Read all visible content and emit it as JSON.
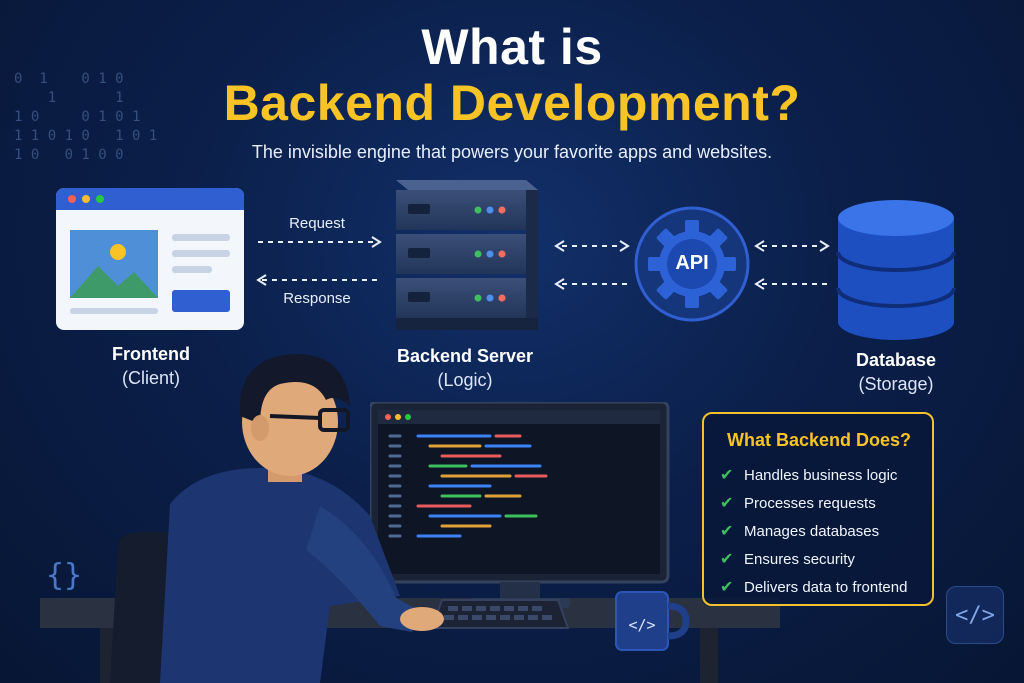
{
  "title": {
    "line1": "What is",
    "line2": "Backend Development?",
    "subtitle": "The invisible engine that powers your favorite apps and websites."
  },
  "decor": {
    "binary": "0  1    0 1 0\n    1       1\n1 0     0 1 0 1\n1 1 0 1 0   1 0 1\n1 0   0 1 0 0",
    "curly_badge": "{}",
    "code_badge": "</>",
    "mug_badge": "</>"
  },
  "nodes": {
    "frontend": {
      "name": "Frontend",
      "role": "(Client)"
    },
    "backend": {
      "name": "Backend Server",
      "role": "(Logic)"
    },
    "api": {
      "name": "API"
    },
    "database": {
      "name": "Database",
      "role": "(Storage)"
    }
  },
  "flows": {
    "request": "Request",
    "response": "Response"
  },
  "info_box": {
    "title": "What Backend Does?",
    "items": [
      "Handles business logic",
      "Processes requests",
      "Manages databases",
      "Ensures security",
      "Delivers data to frontend"
    ]
  },
  "colors": {
    "accent_yellow": "#f7c325",
    "background": "#0b1f4a",
    "check_green": "#3fbf5f",
    "blue_accent": "#2d62d6"
  }
}
